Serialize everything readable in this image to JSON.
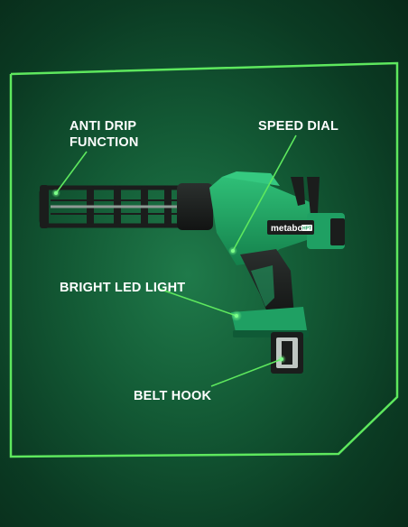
{
  "colors": {
    "accent_green": "#5ee85e",
    "tool_green": "#1fa063",
    "tool_dark": "#1c1f1e",
    "background": "#0f4d2e"
  },
  "callouts": {
    "anti_drip": "ANTI DRIP FUNCTION",
    "speed_dial": "SPEED DIAL",
    "led_light": "BRIGHT LED LIGHT",
    "belt_hook": "BELT HOOK"
  },
  "product": {
    "brand": "metabo",
    "badge": "HPT"
  }
}
